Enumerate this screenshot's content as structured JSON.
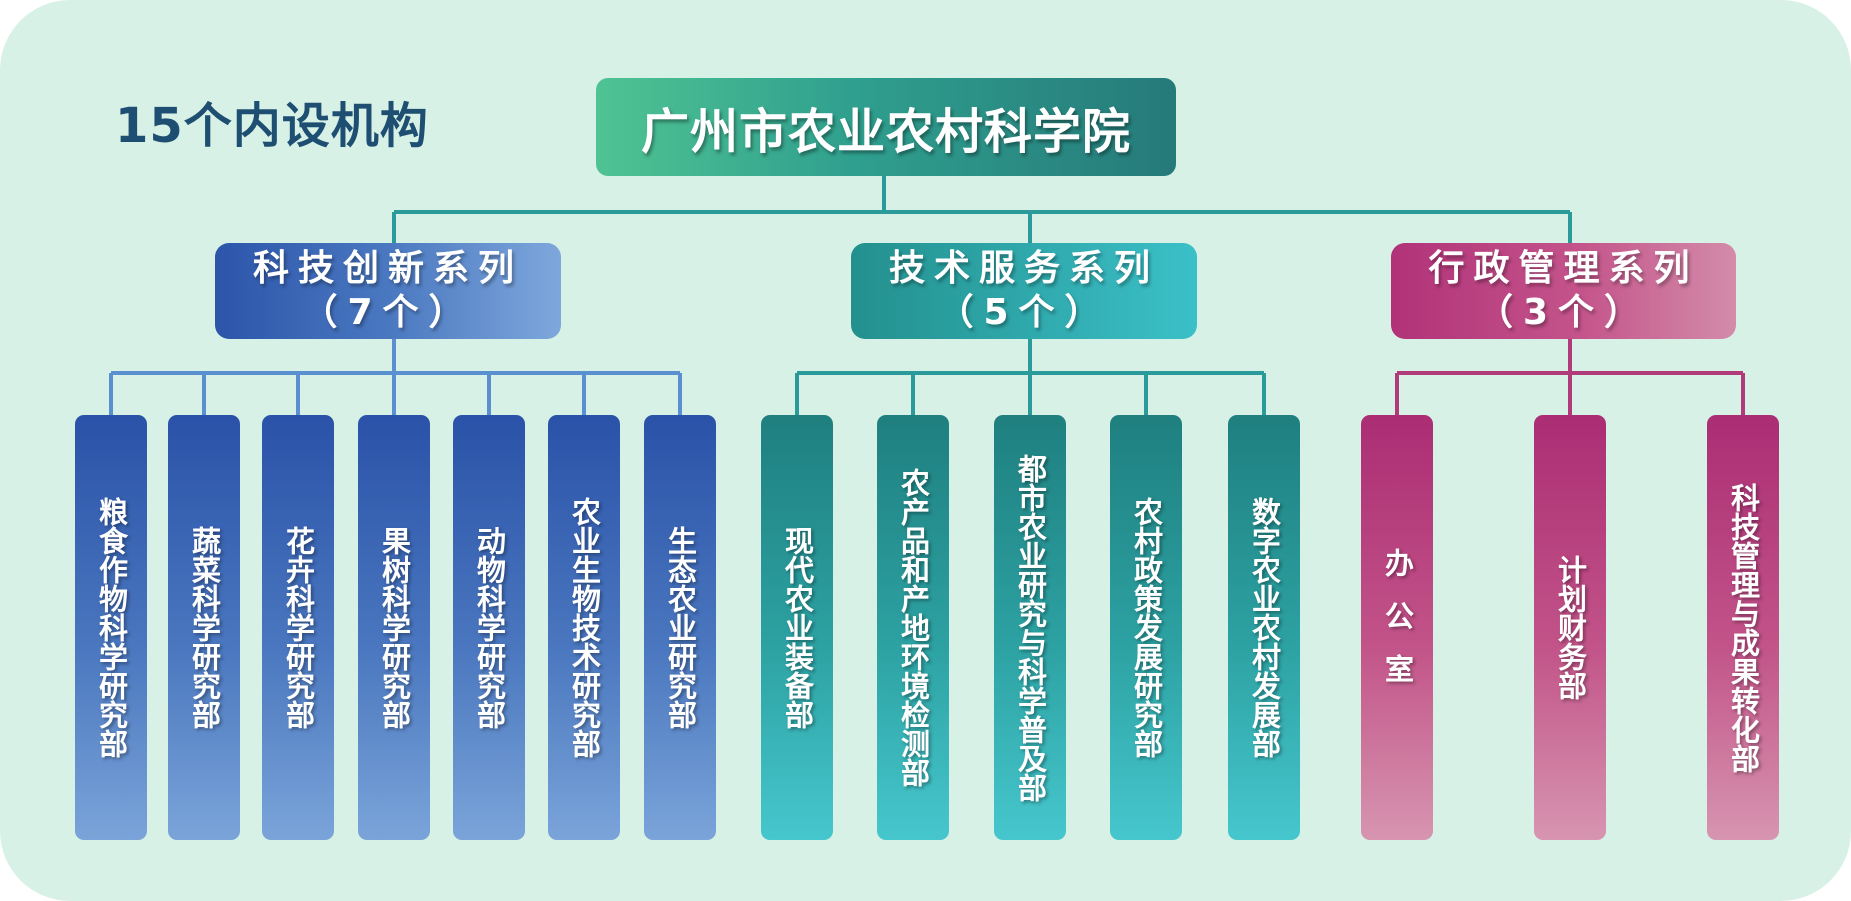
{
  "title_count": "15个内设机构",
  "root": "广州市农业农村科学院",
  "colors": {
    "background": "#d8f1e6",
    "blue_line": "#5a8fd0",
    "teal_line": "#2a9a9a",
    "pink_line": "#b03a7a"
  },
  "series": [
    {
      "name": "科技创新系列",
      "count": "（7个）",
      "departments": [
        "粮食作物科学研究部",
        "蔬菜科学研究部",
        "花卉科学研究部",
        "果树科学研究部",
        "动物科学研究部",
        "农业生物技术研究部",
        "生态农业研究部"
      ]
    },
    {
      "name": "技术服务系列",
      "count": "（5个）",
      "departments": [
        "现代农业装备部",
        "农产品和产地环境检测部",
        "都市农业研究与科学普及部",
        "农村政策发展研究部",
        "数字农业农村发展部"
      ]
    },
    {
      "name": "行政管理系列",
      "count": "（3个）",
      "departments": [
        "办公室",
        "计划财务部",
        "科技管理与成果转化部"
      ]
    }
  ]
}
